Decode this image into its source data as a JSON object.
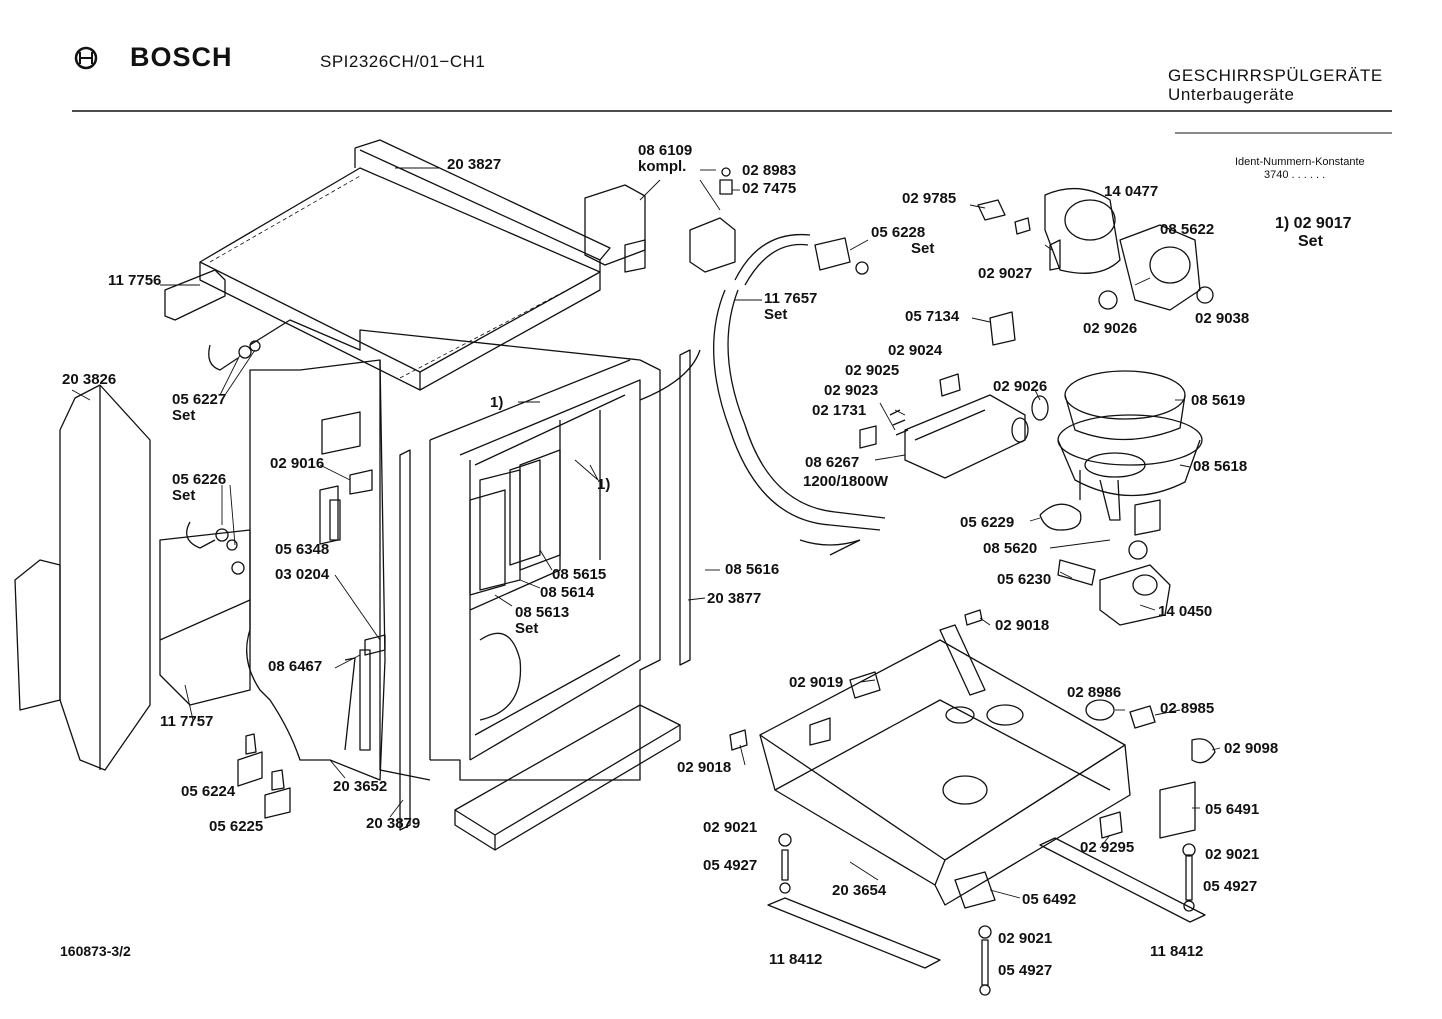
{
  "header": {
    "brand": "BOSCH",
    "model": "SPI2326CH/01−CH1",
    "category": "GESCHIRRSPÜLGERÄTE",
    "subcategory": "Unterbaugeräte",
    "ident_line1": "Ident-Nummern-Konstante",
    "ident_line2": "3740  . .  . . . ."
  },
  "footnote": {
    "marker": "1) 02 9017",
    "note": "Set"
  },
  "footer": {
    "drawing_number": "160873-3/2"
  },
  "labels": [
    {
      "text": "20 3827"
    },
    {
      "text": "11 7756"
    },
    {
      "text": "20 3826"
    },
    {
      "text": "05 6227",
      "sub": "Set"
    },
    {
      "text": "05 6226",
      "sub": "Set"
    },
    {
      "text": "02 9016"
    },
    {
      "text": "05 6348"
    },
    {
      "text": "03 0204"
    },
    {
      "text": "08 6467"
    },
    {
      "text": "11 7757"
    },
    {
      "text": "05 6224"
    },
    {
      "text": "05 6225"
    },
    {
      "text": "20 3652"
    },
    {
      "text": "20 3879"
    },
    {
      "text": "1)"
    },
    {
      "text": "1)"
    },
    {
      "text": "08 5615"
    },
    {
      "text": "08 5614"
    },
    {
      "text": "08 5613",
      "sub": "Set"
    },
    {
      "text": "08 5616"
    },
    {
      "text": "20 3877"
    },
    {
      "text": "08 6109",
      "sub": "kompl."
    },
    {
      "text": "02 8983"
    },
    {
      "text": "02 7475"
    },
    {
      "text": "11 7657",
      "sub": "Set"
    },
    {
      "text": "05 6228",
      "sub": "Set"
    },
    {
      "text": "02 9785"
    },
    {
      "text": "14 0477"
    },
    {
      "text": "08 5622"
    },
    {
      "text": "02 9027"
    },
    {
      "text": "02 9026"
    },
    {
      "text": "02 9038"
    },
    {
      "text": "05 7134"
    },
    {
      "text": "02 9024"
    },
    {
      "text": "02 9025"
    },
    {
      "text": "02 9023"
    },
    {
      "text": "02 1731"
    },
    {
      "text": "02 9026"
    },
    {
      "text": "08 6267"
    },
    {
      "text": "1200/1800W"
    },
    {
      "text": "08 5619"
    },
    {
      "text": "08 5618"
    },
    {
      "text": "05 6229"
    },
    {
      "text": "08 5620"
    },
    {
      "text": "05 6230"
    },
    {
      "text": "14 0450"
    },
    {
      "text": "02 9018"
    },
    {
      "text": "02 9019"
    },
    {
      "text": "02 8986"
    },
    {
      "text": "02 8985"
    },
    {
      "text": "02 9018"
    },
    {
      "text": "02 9098"
    },
    {
      "text": "02 9021"
    },
    {
      "text": "05 4927"
    },
    {
      "text": "20 3654"
    },
    {
      "text": "02 9295"
    },
    {
      "text": "05 6491"
    },
    {
      "text": "02 9021"
    },
    {
      "text": "05 4927"
    },
    {
      "text": "05 6492"
    },
    {
      "text": "02 9021"
    },
    {
      "text": "05 4927"
    },
    {
      "text": "11 8412"
    },
    {
      "text": "11 8412"
    }
  ]
}
